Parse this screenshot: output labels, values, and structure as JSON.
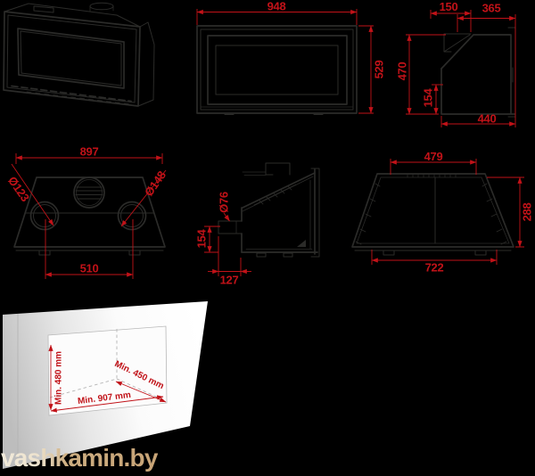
{
  "colors": {
    "background": "#000000",
    "line_art": "#2b2b29",
    "dimension_red": "#c11218",
    "panel_light": "#f5f5f5",
    "watermark_tan": "#c8a478"
  },
  "views": {
    "front": {
      "width": "948",
      "height": "529"
    },
    "side": {
      "flue_offset": "150",
      "top_depth": "365",
      "height": "470",
      "base_height": "154",
      "depth": "440"
    },
    "bottom": {
      "overall_width": "897",
      "left_outlet_diameter": "Ø123",
      "right_outlet_diameter": "Ø148",
      "outlet_spacing": "510"
    },
    "section": {
      "outlet_diameter": "Ø76",
      "outlet_axis_height": "154",
      "outlet_offset": "127"
    },
    "top": {
      "inner_width": "479",
      "depth": "288",
      "outer_width": "722"
    },
    "installation": {
      "min_height": "Min. 480 mm",
      "min_depth": "Min. 450 mm",
      "min_width": "Min. 907 mm"
    }
  },
  "watermark": {
    "text": "vashkamin.by"
  }
}
